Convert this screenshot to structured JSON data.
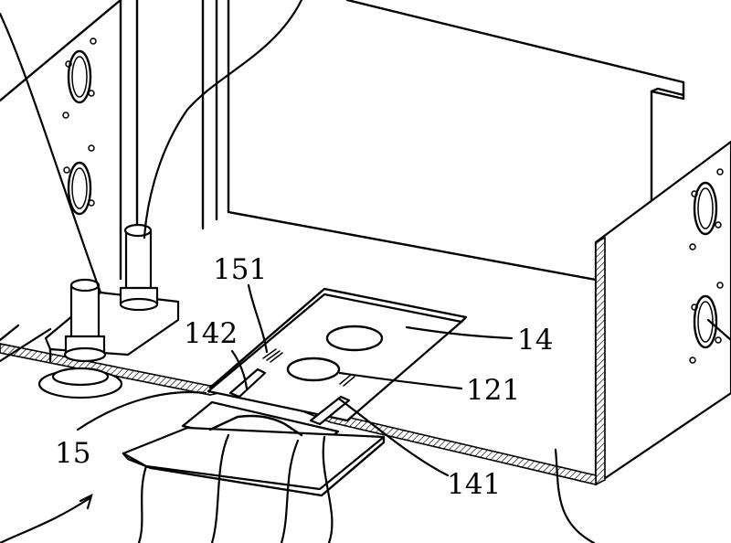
{
  "figure": {
    "labels": {
      "part_151": "151",
      "part_142": "142",
      "part_14": "14",
      "part_121": "121",
      "part_15": "15",
      "part_141": "141"
    }
  }
}
